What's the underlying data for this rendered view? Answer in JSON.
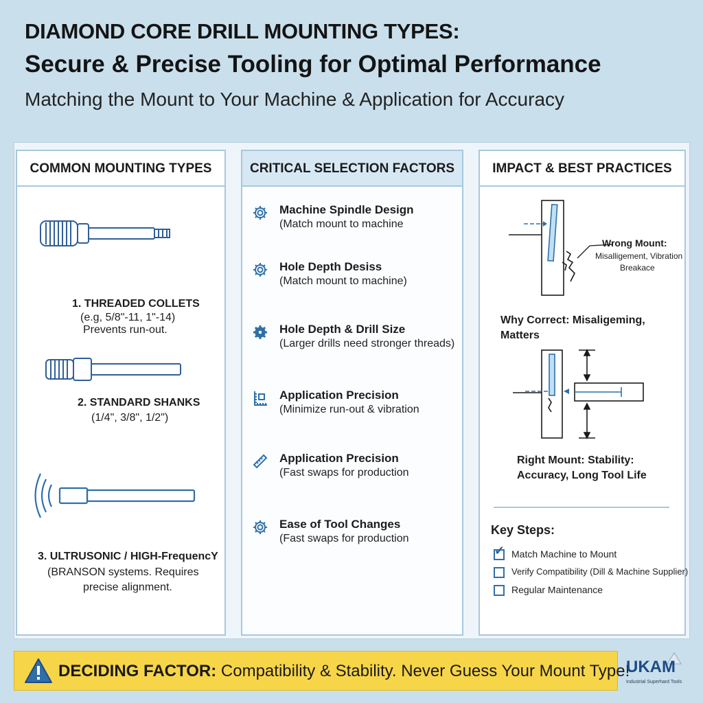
{
  "header": {
    "title_line1": "DIAMOND CORE DRILL MOUNTING TYPES:",
    "title_line2": "Secure & Precise Tooling for Optimal Performance",
    "subtitle": "Matching the Mount to Your Machine & Application for Accuracy"
  },
  "panels": {
    "mounting": {
      "title": "COMMON MOUNTING TYPES",
      "types": [
        {
          "name": "1. THREADED COLLETS",
          "line2": "(e.g, 5/8\"-11, 1\"-14)",
          "line3": "Prevents run-out.",
          "icon": "threaded-collet-icon"
        },
        {
          "name": "2. STANDARD SHANKS",
          "line2": "(1/4\", 3/8\", 1/2\")",
          "line3": "",
          "icon": "straight-shank-icon"
        },
        {
          "name": "3. ULTRUSONIC / HIGH-FrequencY",
          "line2": "(BRANSON  systems. Requires",
          "line3": "precise alignment.",
          "icon": "ultrasonic-shank-icon"
        }
      ]
    },
    "factors": {
      "title": "CRITICAL SELECTION FACTORS",
      "items": [
        {
          "name": "Machine Spindle Design",
          "desc": "(Match mount to machine",
          "icon": "gear-icon"
        },
        {
          "name": "Hole Depth Desiss",
          "desc": "(Match mount to machine)",
          "icon": "gear-icon"
        },
        {
          "name": "Hole Depth & Drill Size",
          "desc": "(Larger drills need stronger threads)",
          "icon": "gear-icon"
        },
        {
          "name": "Application Precision",
          "desc": "(Minimize run-out & vibration",
          "icon": "square-ruler-icon"
        },
        {
          "name": "Application Precision",
          "desc": "(Fast swaps for production",
          "icon": "ruler-icon"
        },
        {
          "name": "Ease of Tool Changes",
          "desc": "(Fast swaps for production",
          "icon": "gear-icon"
        }
      ]
    },
    "impact": {
      "title": "IMPACT & BEST PRACTICES",
      "wrong_title": "Wrong Mount:",
      "wrong_line2": "Misalligement, Vibration",
      "wrong_line3": "Breakace",
      "why_line1": "Why Correct: Misaligeming,",
      "why_line2": "Matters",
      "right_line1": "Right Mount: Stability:",
      "right_line2": "Accuracy, Long Tool Life",
      "steps_title": "Key Steps:",
      "steps": [
        {
          "label": "Match Machine to Mount",
          "checked": true
        },
        {
          "label": "Verify Compatibility (Dill & Machine Supplier)",
          "checked": false
        },
        {
          "label": "Regular Maintenance",
          "checked": false
        }
      ]
    }
  },
  "banner": {
    "bold": "DECIDING FACTOR:",
    "text": " Compatibility & Stability. Never Guess Your Mount Type!",
    "icon": "warning-icon"
  },
  "logo": {
    "name": "UKAM",
    "tagline": "Industrial Superhard Tools"
  },
  "colors": {
    "background": "#c9dfec",
    "panel_border": "#a8c8dc",
    "accent_blue": "#2f6fa8",
    "banner": "#f7d548"
  }
}
